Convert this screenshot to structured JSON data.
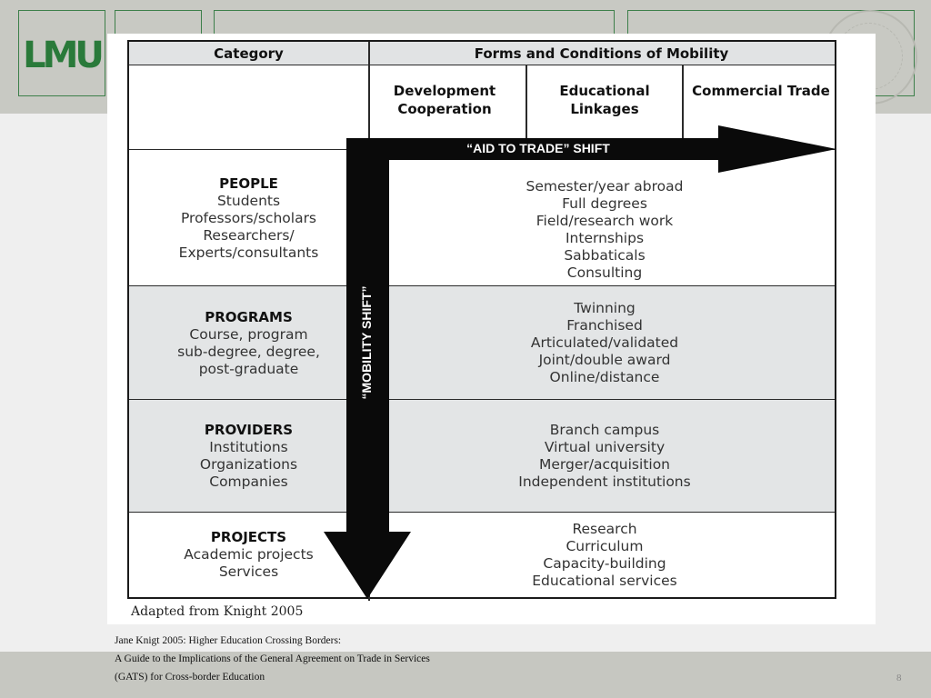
{
  "logo": {
    "text": "LMU"
  },
  "table": {
    "header": {
      "category_label": "Category",
      "forms_label": "Forms and Conditions of Mobility",
      "columns": [
        "Development Cooperation",
        "Educational Linkages",
        "Commercial Trade"
      ]
    },
    "rows": [
      {
        "category": "PEOPLE",
        "subitems": [
          "Students",
          "Professors/scholars",
          "Researchers/",
          "Experts/consultants"
        ],
        "forms": [
          "Semester/year abroad",
          "Full degrees",
          "Field/research work",
          "Internships",
          "Sabbaticals",
          "Consulting"
        ]
      },
      {
        "category": "PROGRAMS",
        "subitems": [
          "Course, program",
          "sub-degree, degree,",
          "post-graduate"
        ],
        "forms": [
          "Twinning",
          "Franchised",
          "Articulated/validated",
          "Joint/double award",
          "Online/distance"
        ]
      },
      {
        "category": "PROVIDERS",
        "subitems": [
          "Institutions",
          "Organizations",
          "Companies"
        ],
        "forms": [
          "Branch campus",
          "Virtual university",
          "Merger/acquisition",
          "Independent institutions"
        ]
      },
      {
        "category": "PROJECTS",
        "subitems": [
          "Academic projects",
          "Services"
        ],
        "forms": [
          "Research",
          "Curriculum",
          "Capacity-building",
          "Educational services"
        ]
      }
    ],
    "horizontal_arrow_label": "“AID TO TRADE” SHIFT",
    "vertical_arrow_label": "“MOBILITY SHIFT”",
    "credit": "Adapted from Knight 2005"
  },
  "caption": {
    "line1": "Jane Knigt 2005: Higher Education Crossing Borders:",
    "line2": "A Guide to the Implications of the General Agreement on Trade in Services",
    "line3": "(GATS) for Cross-border Education"
  },
  "page_number": "8",
  "colors": {
    "brand_green": "#2a7a3a",
    "band_gray": "#c8c9c3",
    "row_shade": "#e3e5e6"
  }
}
